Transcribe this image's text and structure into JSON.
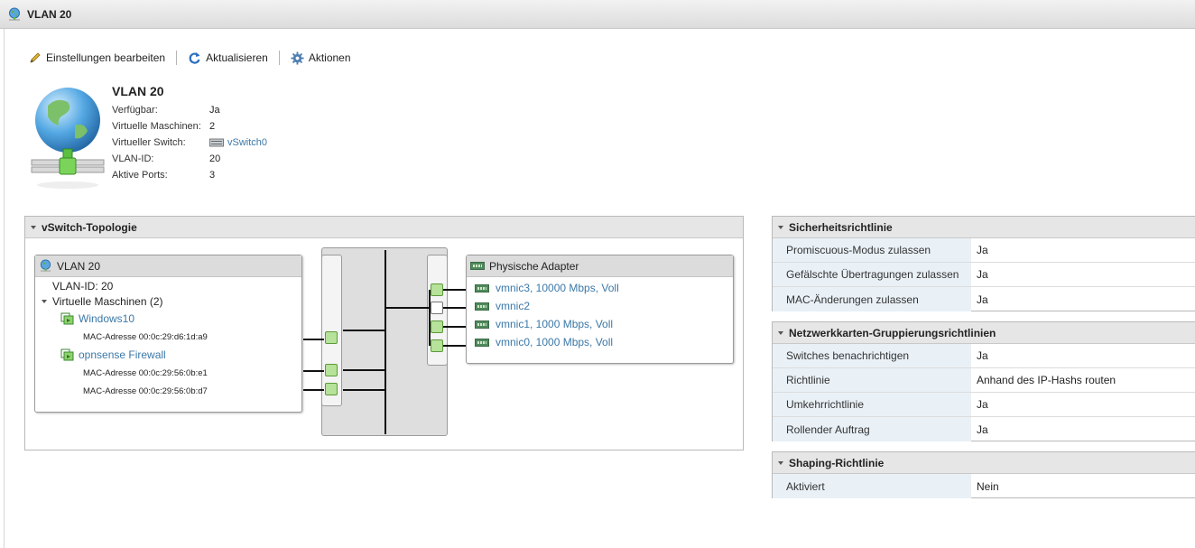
{
  "window": {
    "title": "VLAN 20"
  },
  "toolbar": {
    "edit_label": "Einstellungen bearbeiten",
    "refresh_label": "Aktualisieren",
    "actions_label": "Aktionen"
  },
  "summary": {
    "name": "VLAN 20",
    "rows": [
      {
        "key": "Verfügbar:",
        "value": "Ja"
      },
      {
        "key": "Virtuelle Maschinen:",
        "value": "2"
      },
      {
        "key": "Virtueller Switch:",
        "value": "vSwitch0"
      },
      {
        "key": "VLAN-ID:",
        "value": "20"
      },
      {
        "key": "Aktive Ports:",
        "value": "3"
      }
    ]
  },
  "topology": {
    "title": "vSwitch-Topologie",
    "portgroup": {
      "name": "VLAN 20",
      "vlan_id": "VLAN-ID: 20",
      "vms_label": "Virtuelle Maschinen (2)",
      "vms": [
        {
          "name": "Windows10",
          "macs": [
            "MAC-Adresse 00:0c:29:d6:1d:a9"
          ]
        },
        {
          "name": "opnsense Firewall",
          "macs": [
            "MAC-Adresse 00:0c:29:56:0b:e1",
            "MAC-Adresse 00:0c:29:56:0b:d7"
          ]
        }
      ]
    },
    "physical": {
      "title": "Physische Adapter",
      "adapters": [
        "vmnic3, 10000 Mbps, Voll",
        "vmnic2",
        "vmnic1, 1000 Mbps, Voll",
        "vmnic0, 1000 Mbps, Voll"
      ]
    }
  },
  "security": {
    "title": "Sicherheitsrichtlinie",
    "rows": [
      {
        "key": "Promiscuous-Modus zulassen",
        "value": "Ja"
      },
      {
        "key": "Gefälschte Übertragungen zulassen",
        "value": "Ja"
      },
      {
        "key": "MAC-Änderungen zulassen",
        "value": "Ja"
      }
    ]
  },
  "teaming": {
    "title": "Netzwerkkarten-Gruppierungsrichtlinien",
    "rows": [
      {
        "key": "Switches benachrichtigen",
        "value": "Ja"
      },
      {
        "key": "Richtlinie",
        "value": "Anhand des IP-Hashs routen"
      },
      {
        "key": "Umkehrrichtlinie",
        "value": "Ja"
      },
      {
        "key": "Rollender Auftrag",
        "value": "Ja"
      }
    ]
  },
  "shaping": {
    "title": "Shaping-Richtlinie",
    "rows": [
      {
        "key": "Aktiviert",
        "value": "Nein"
      }
    ]
  },
  "colors": {
    "link": "#3b78a8",
    "port_green": "#b6e29a",
    "table_key_bg": "#e9f1f7"
  }
}
